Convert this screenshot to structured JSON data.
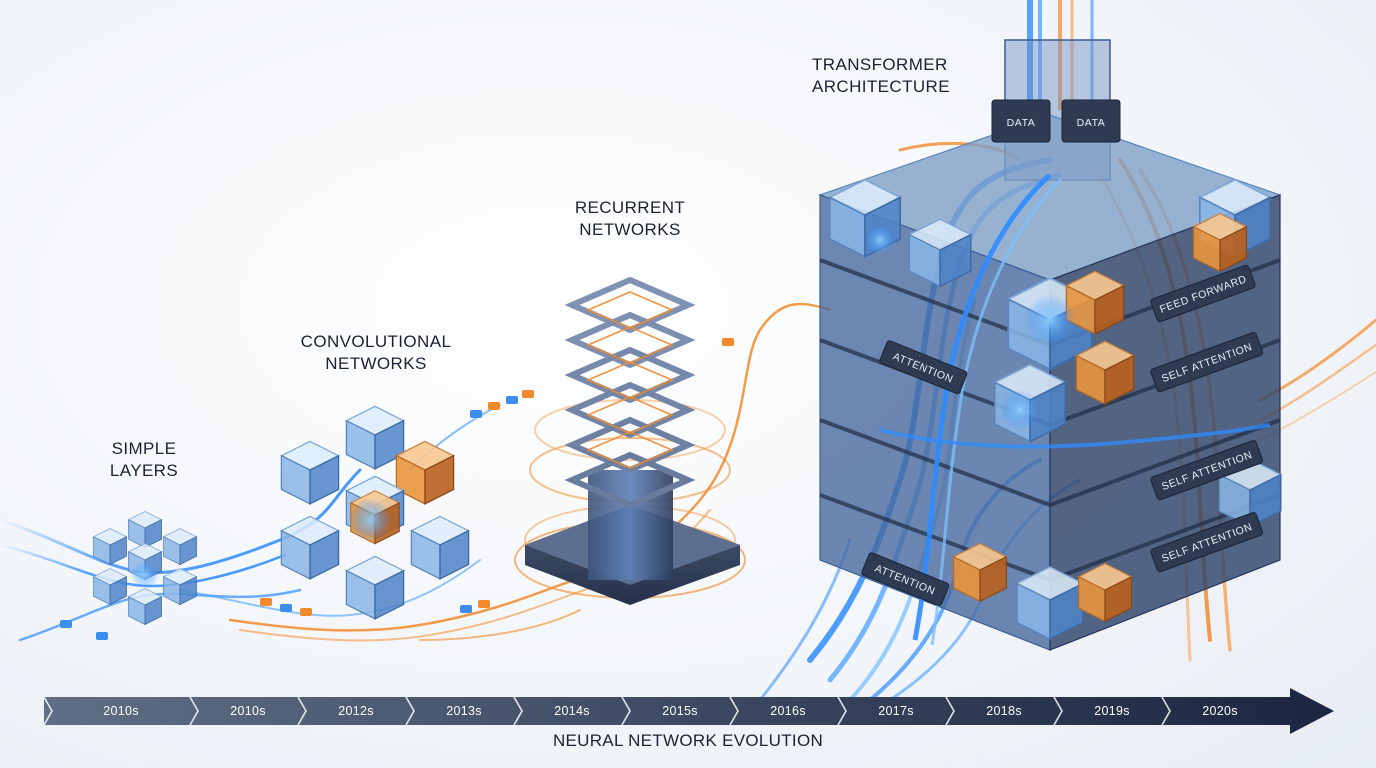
{
  "stages": {
    "simple": {
      "line1": "SIMPLE",
      "line2": "LAYERS"
    },
    "convolutional": {
      "line1": "CONVOLUTIONAL",
      "line2": "NETWORKS"
    },
    "recurrent": {
      "line1": "RECURRENT",
      "line2": "NETWORKS"
    },
    "transformer": {
      "line1": "TRANSFORMER",
      "line2": "ARCHITECTURE"
    }
  },
  "transformer_tags": {
    "data_left": "DATA",
    "data_right": "DATA",
    "feed_forward": "FEED FORWARD",
    "self_attention_1": "SELF ATTENTION",
    "self_attention_2": "SELF ATTENTION",
    "self_attention_3": "SELF ATTENTION",
    "attention_upper": "ATTENTION",
    "attention_lower": "ATTENTION"
  },
  "timeline": {
    "segments": [
      "2010s",
      "2010s",
      "2012s",
      "2013s",
      "2014s",
      "2015s",
      "2016s",
      "2017s",
      "2018s",
      "2019s",
      "2020s"
    ],
    "caption": "NEURAL NETWORK EVOLUTION"
  },
  "colors": {
    "blue_flow": "#2f8cff",
    "orange_flow": "#f08a2c",
    "dark_steel": "#2e3b52",
    "timeline_start": "#5f6e85",
    "timeline_end": "#1b2540",
    "text": "#1b2233"
  }
}
